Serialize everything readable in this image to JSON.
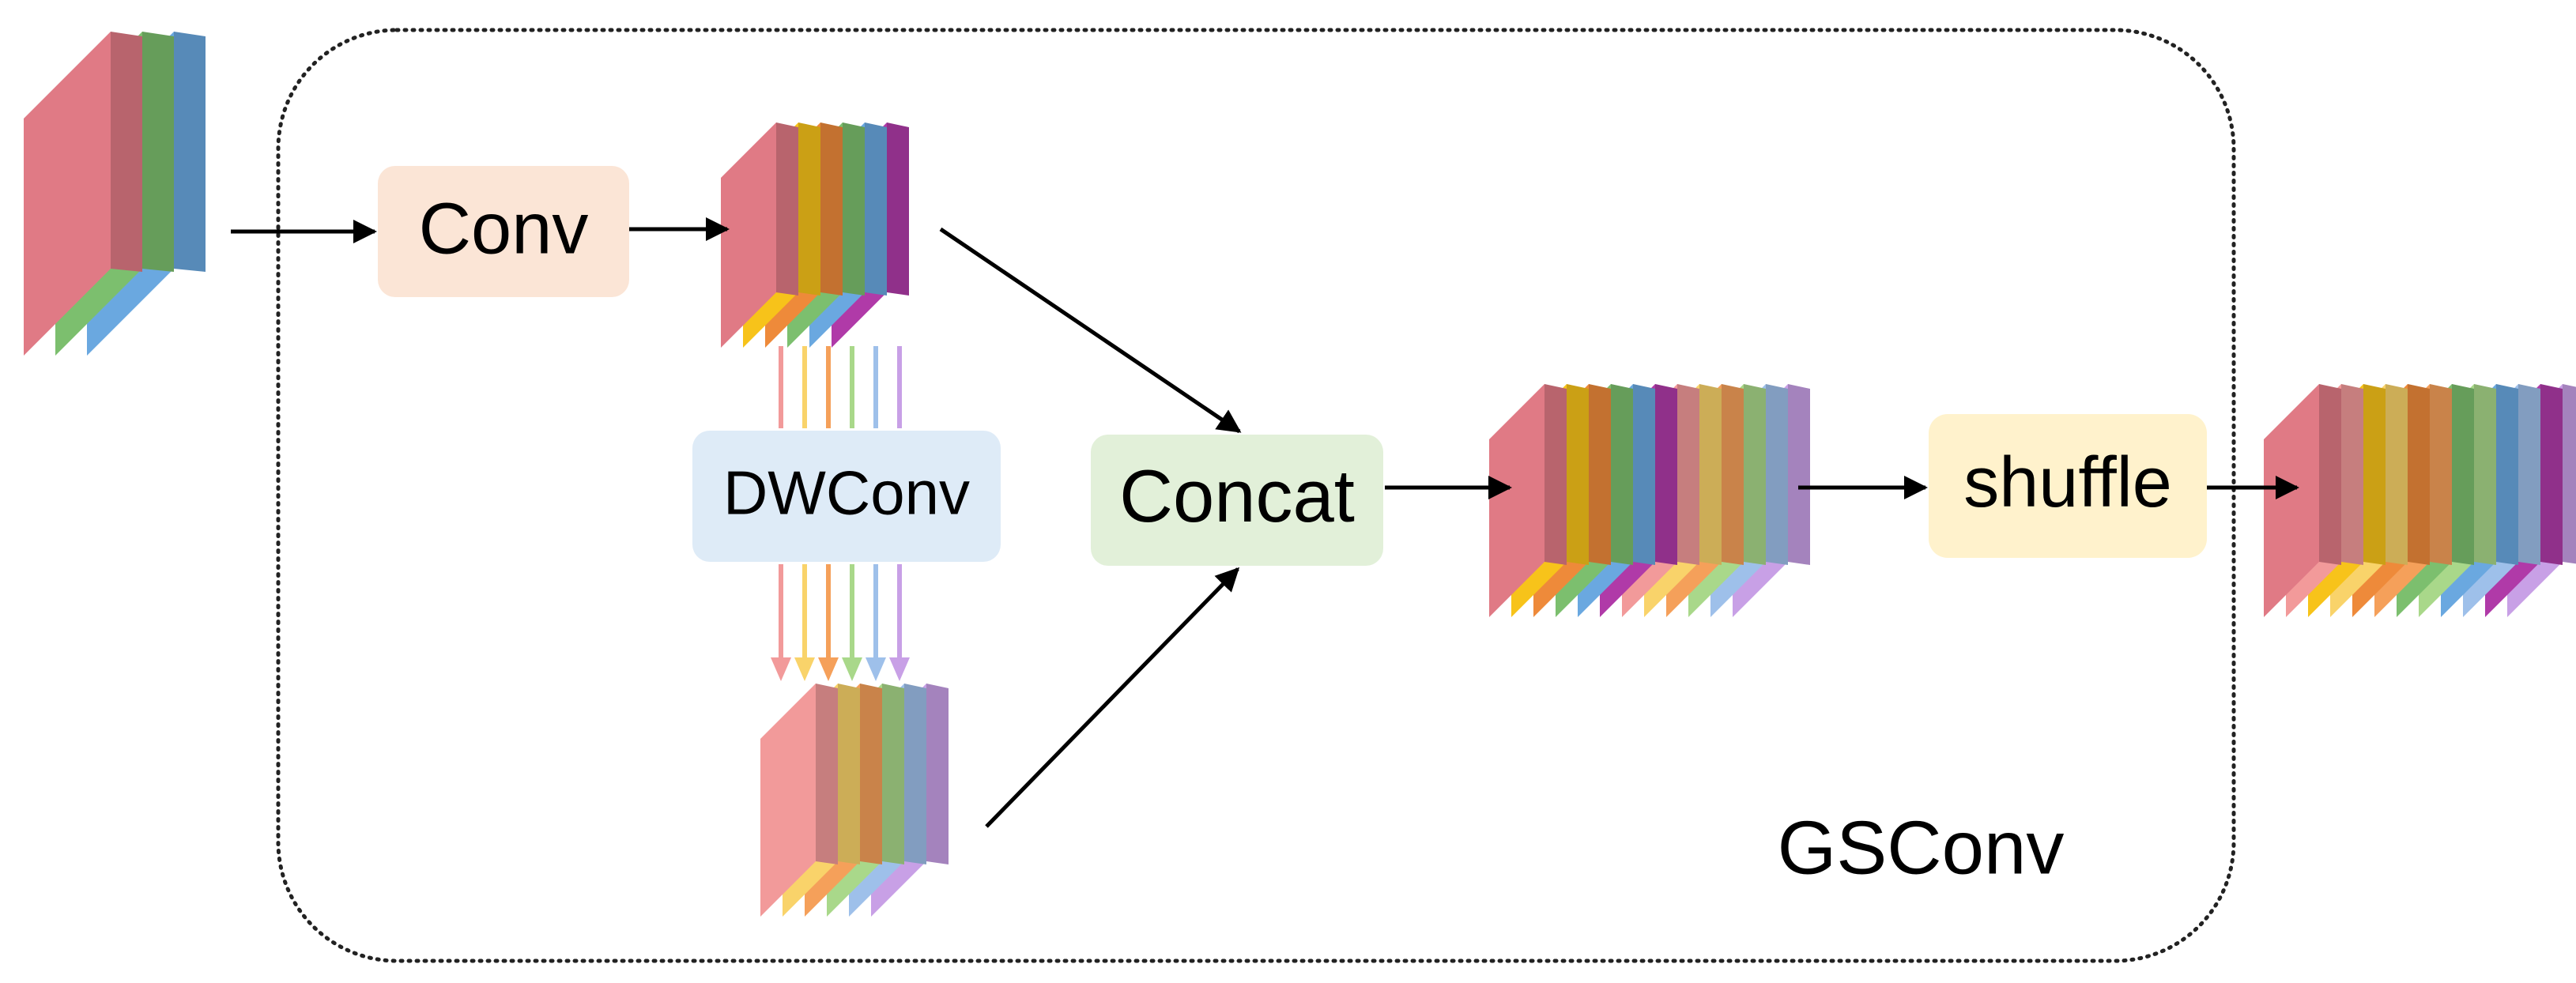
{
  "nodes": {
    "conv": {
      "label": "Conv",
      "color": "#fbe5d6"
    },
    "dwconv": {
      "label": "DWConv",
      "color": "#deebf7"
    },
    "concat": {
      "label": "Concat",
      "color": "#e2f0d9"
    },
    "shuffle": {
      "label": "shuffle",
      "color": "#fff2cc"
    }
  },
  "module_label": "GSConv",
  "palettes": {
    "input": [
      "#e07a85",
      "#7cbf6e",
      "#6aa8e0"
    ],
    "conv_out": [
      "#e07a85",
      "#f7c31a",
      "#ee8a3a",
      "#7cbf6e",
      "#6aa8e0",
      "#b03aa8"
    ],
    "dw_out": [
      "#f29a9a",
      "#f9d36a",
      "#f5a05a",
      "#a9d88a",
      "#9ec0ea",
      "#c8a0e6"
    ],
    "concat_out": [
      "#e07a85",
      "#f7c31a",
      "#ee8a3a",
      "#7cbf6e",
      "#6aa8e0",
      "#b03aa8",
      "#f29a9a",
      "#f9d36a",
      "#f5a05a",
      "#a9d88a",
      "#9ec0ea",
      "#c8a0e6"
    ],
    "shuffle_out": [
      "#e07a85",
      "#f29a9a",
      "#f7c31a",
      "#f9d36a",
      "#ee8a3a",
      "#f5a05a",
      "#7cbf6e",
      "#a9d88a",
      "#6aa8e0",
      "#9ec0ea",
      "#b03aa8",
      "#c8a0e6"
    ]
  }
}
